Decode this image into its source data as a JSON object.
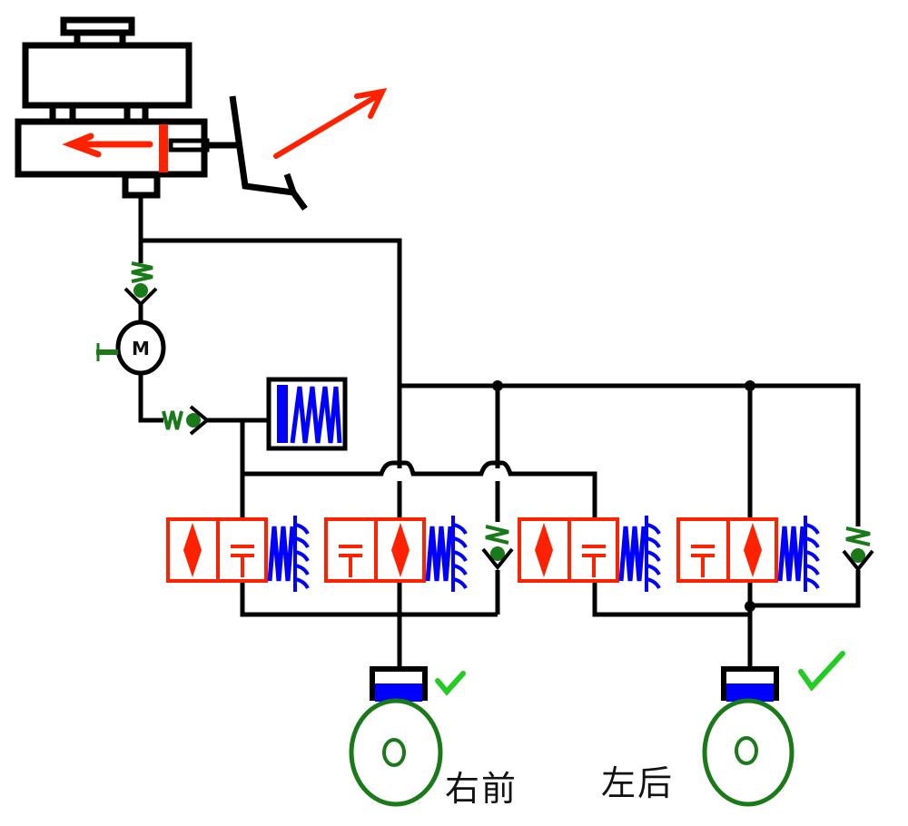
{
  "title": "ABS hydraulic circuit - pressure build phase",
  "colors": {
    "line": "#000000",
    "active": "#ff2200",
    "spring": "#0000ff",
    "check_valve": "#1a7a1a",
    "wheel": "#1a7a1a",
    "check_mark": "#22cc22",
    "fluid": "#0000ff"
  },
  "components": {
    "master_cylinder": {
      "name": "Brake master cylinder with reservoir"
    },
    "pedal": {
      "name": "Brake pedal",
      "direction": "released"
    },
    "pump_motor": {
      "label": "M"
    },
    "accumulator": {
      "name": "Low-pressure accumulator"
    },
    "valves": [
      {
        "id": "inlet-right-front",
        "state": "open"
      },
      {
        "id": "outlet-right-front",
        "state": "closed"
      },
      {
        "id": "inlet-left-rear",
        "state": "open"
      },
      {
        "id": "outlet-left-rear",
        "state": "closed"
      }
    ]
  },
  "wheels": [
    {
      "label": "右前",
      "status": "✓"
    },
    {
      "label": "左后",
      "status": "✓"
    }
  ]
}
